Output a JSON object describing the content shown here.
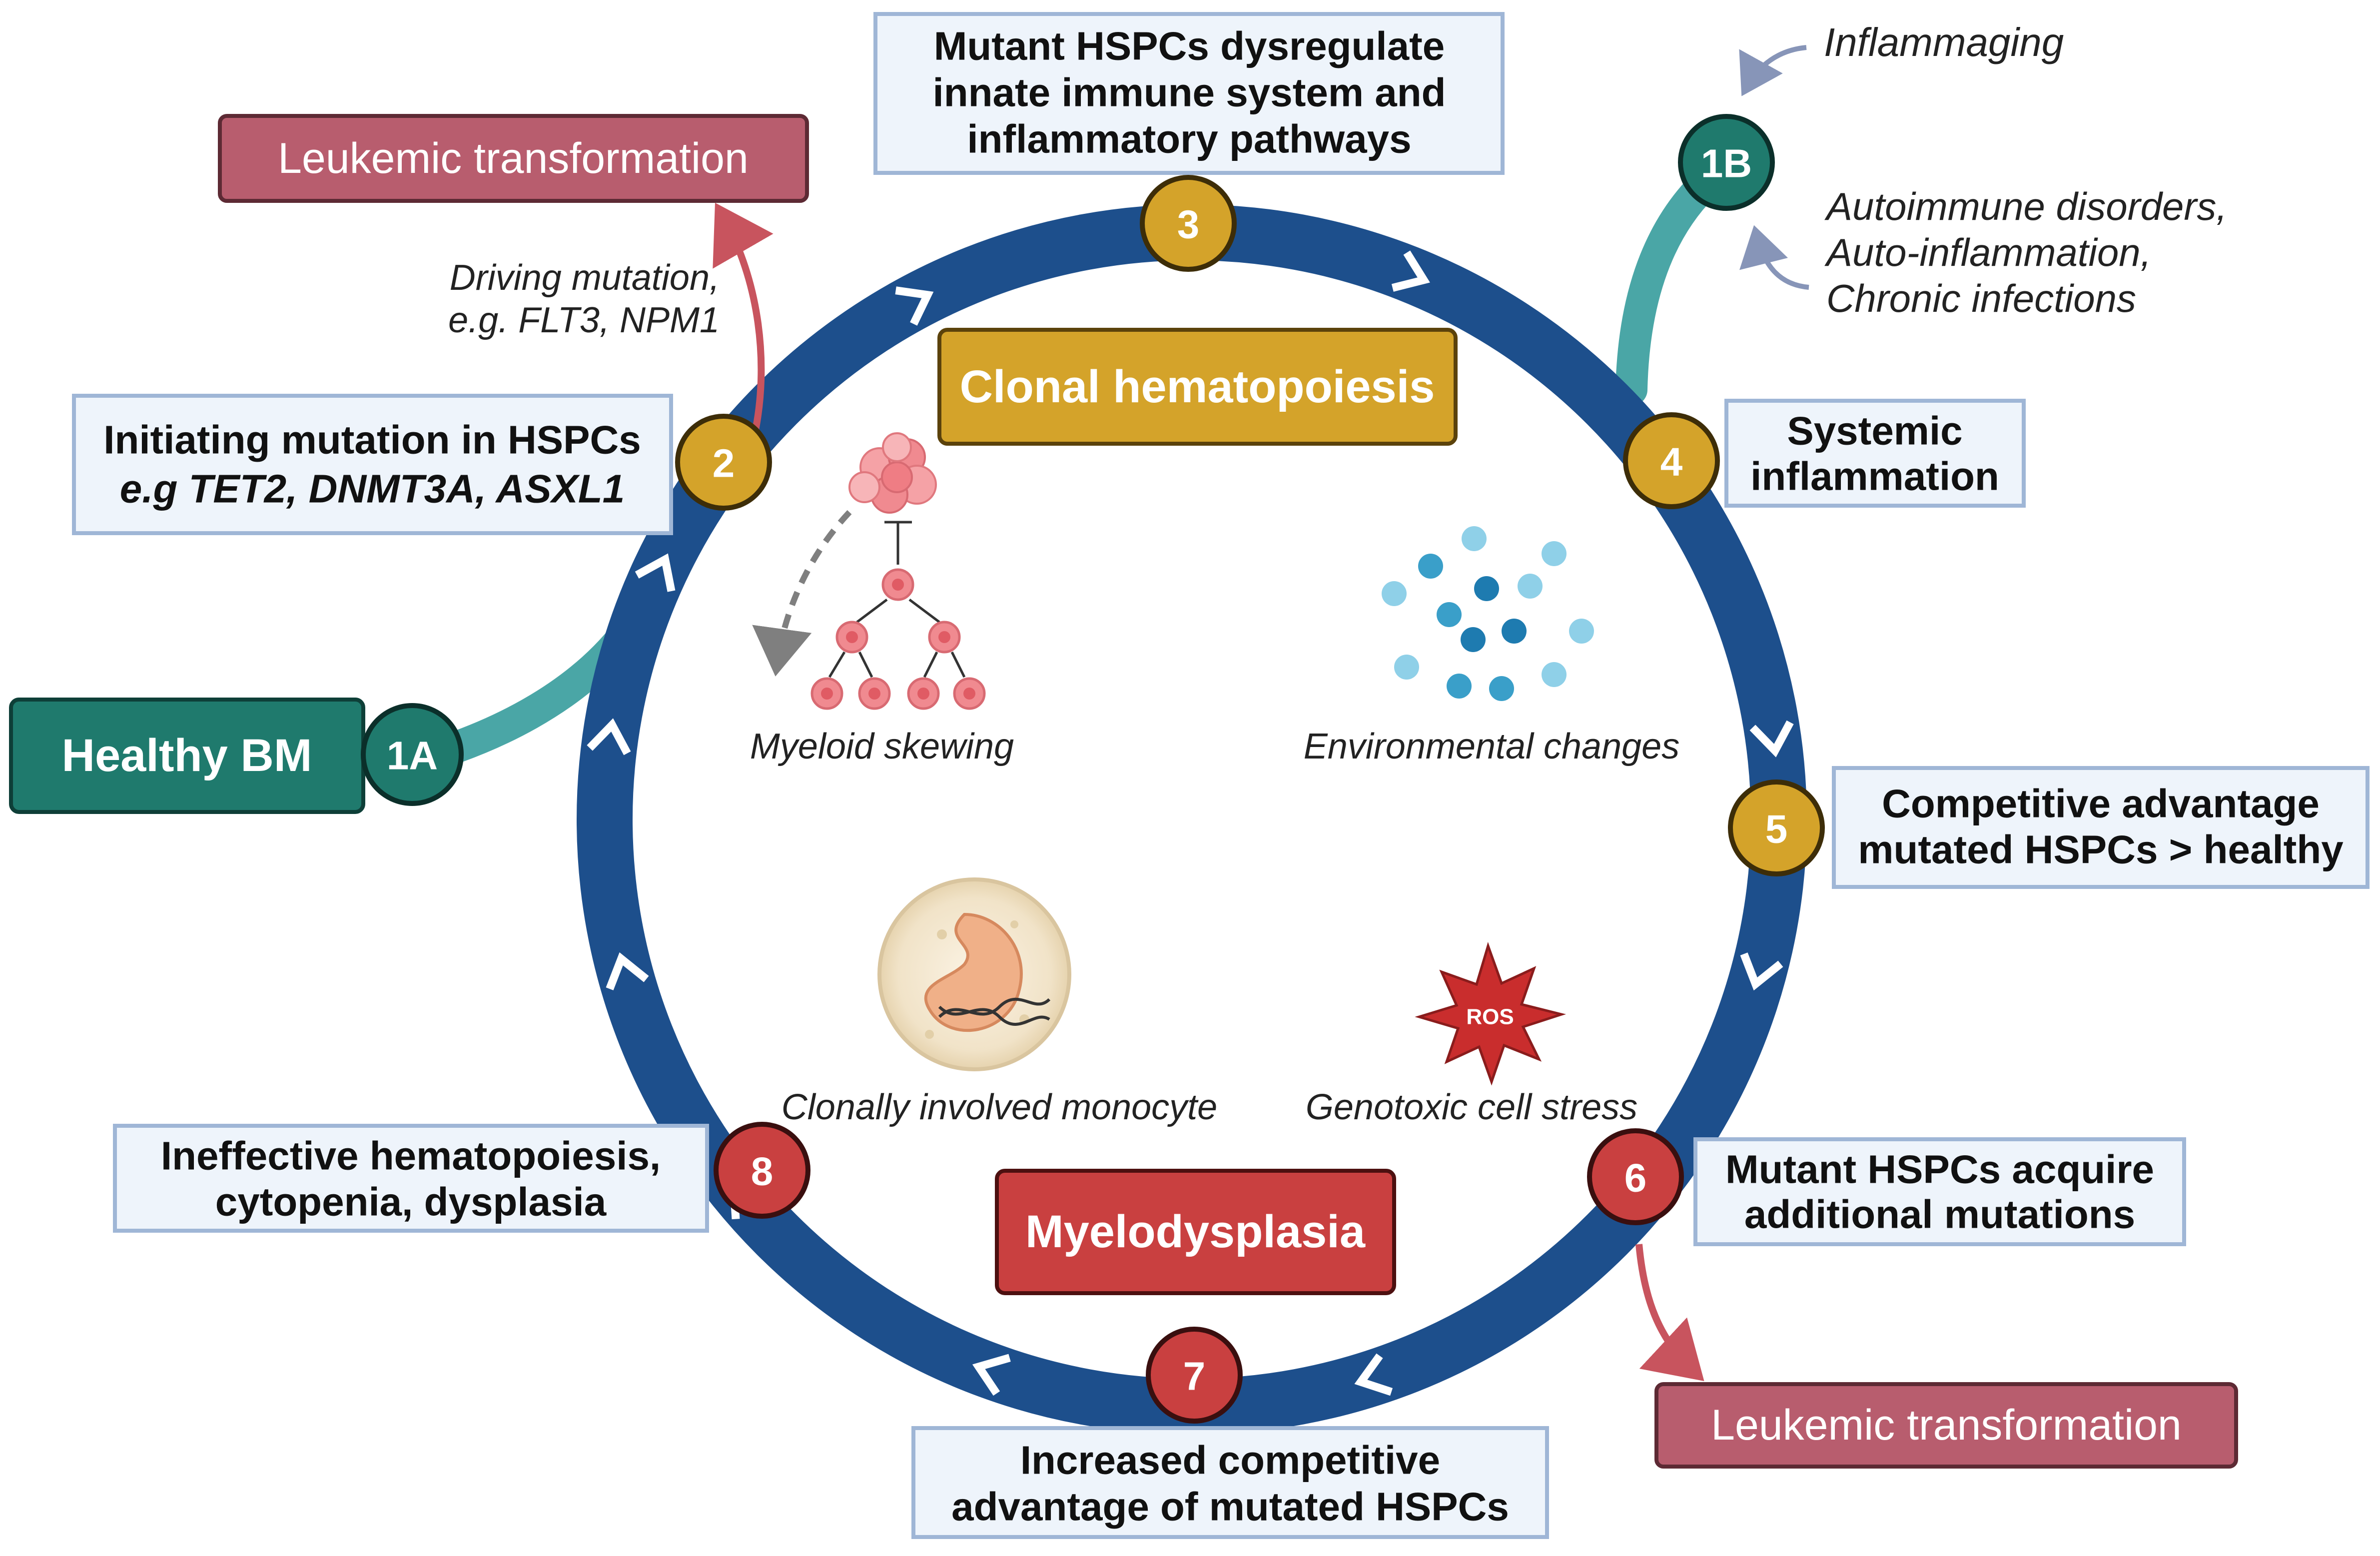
{
  "colors": {
    "cycle": "#1d4f8c",
    "teal": "#1f7a6d",
    "teal_light": "#4aa6a6",
    "gold": "#d4a32a",
    "red": "#c94040",
    "leukemic": "#b85d6e",
    "box_fill": "#eef4fb",
    "box_border": "#9fb6d6"
  },
  "stages": [
    {
      "num": "2",
      "lines": [
        "Initiating mutation in HSPCs",
        "e.g TET2, DNMT3A, ASXL1"
      ]
    },
    {
      "num": "3",
      "lines": [
        "Mutant HSPCs dysregulate",
        "innate immune system and",
        "inflammatory pathways"
      ]
    },
    {
      "num": "4",
      "lines": [
        "Systemic",
        "inflammation"
      ]
    },
    {
      "num": "5",
      "lines": [
        "Competitive advantage",
        "mutated HSPCs > healthy"
      ]
    },
    {
      "num": "6",
      "lines": [
        "Mutant HSPCs acquire",
        "additional mutations"
      ]
    },
    {
      "num": "7",
      "lines": [
        "Increased competitive",
        "advantage of mutated HSPCs"
      ]
    },
    {
      "num": "8",
      "lines": [
        "Ineffective hematopoiesis,",
        "cytopenia, dysplasia"
      ]
    }
  ],
  "node_1a": "1A",
  "node_1b": "1B",
  "healthy_bm": "Healthy BM",
  "leukemic_top": "Leukemic transformation",
  "leukemic_bottom": "Leukemic transformation",
  "driving_mutation": [
    "Driving mutation,",
    "e.g. FLT3, NPM1"
  ],
  "inflammaging": "Inflammaging",
  "autoimmune": [
    "Autoimmune disorders,",
    "Auto-inflammation,",
    "Chronic infections"
  ],
  "clonal_title": "Clonal hematopoiesis",
  "myelodysplasia_title": "Myelodysplasia",
  "inner_labels": {
    "myeloid_skewing": "Myeloid skewing",
    "environmental_changes": "Environmental changes",
    "monocyte": "Clonally involved monocyte",
    "genotoxic": "Genotoxic cell stress",
    "ros": "ROS"
  }
}
